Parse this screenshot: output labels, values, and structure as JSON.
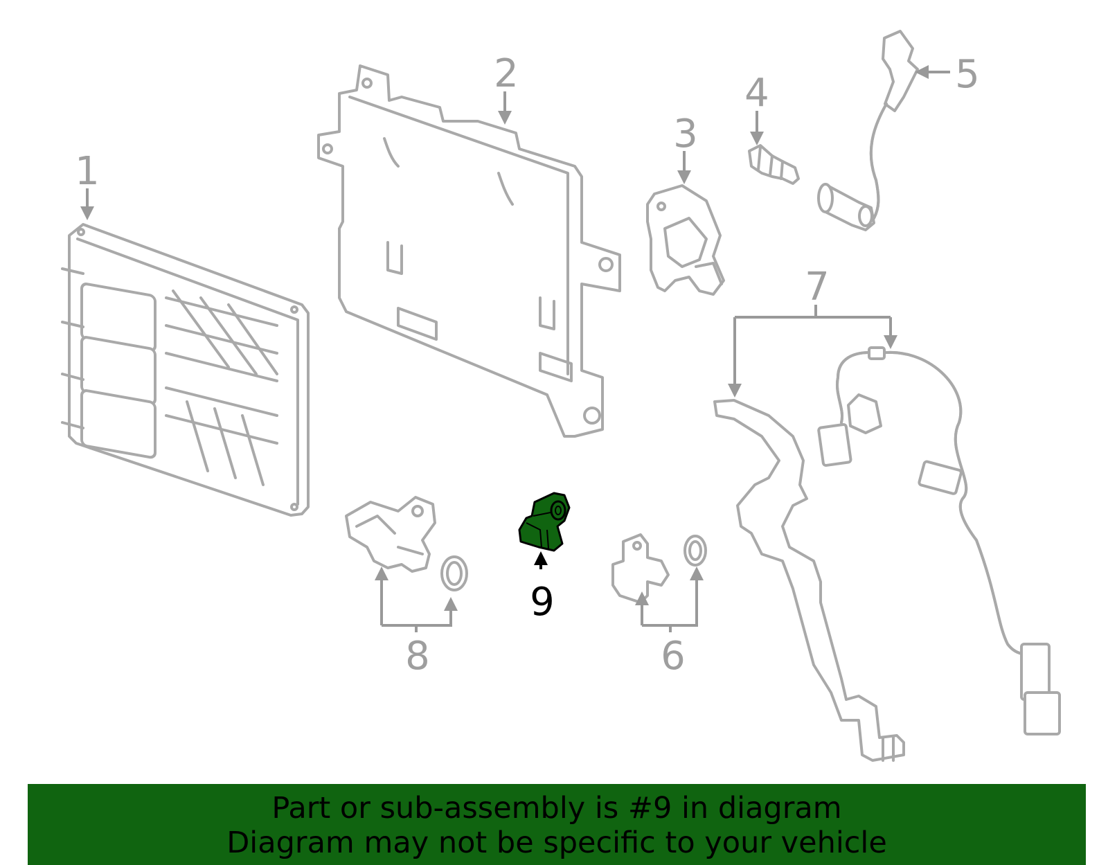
{
  "callouts": {
    "c1": "1",
    "c2": "2",
    "c3": "3",
    "c4": "4",
    "c5": "5",
    "c6": "6",
    "c7": "7",
    "c8": "8",
    "c9": "9"
  },
  "highlighted_part": "9",
  "colors": {
    "highlight": "#106410",
    "line_art": "#a9a9a9",
    "callout_text": "#9e9e9e"
  },
  "banner": {
    "line1": "Part or sub-assembly is #9 in diagram",
    "line2": "Diagram may not be specific to your vehicle"
  }
}
